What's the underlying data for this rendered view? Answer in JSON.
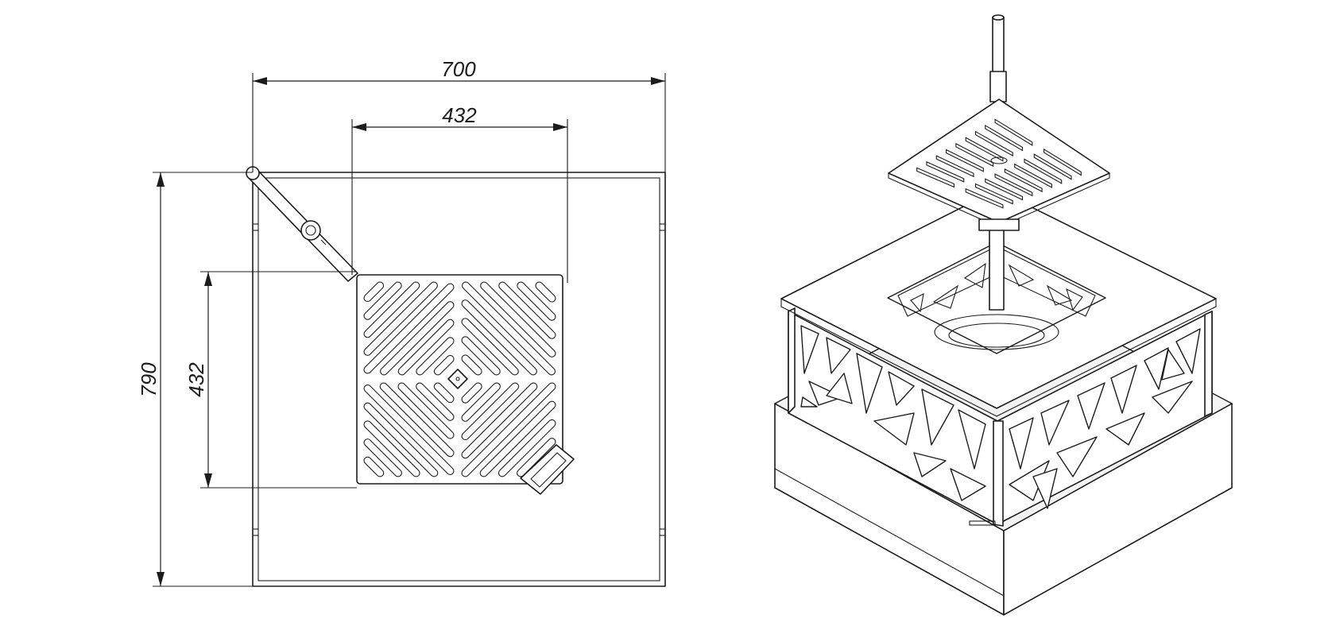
{
  "drawing": {
    "dimensions": {
      "overall_width": "700",
      "grate_width": "432",
      "overall_depth": "790",
      "grate_depth": "432"
    }
  }
}
